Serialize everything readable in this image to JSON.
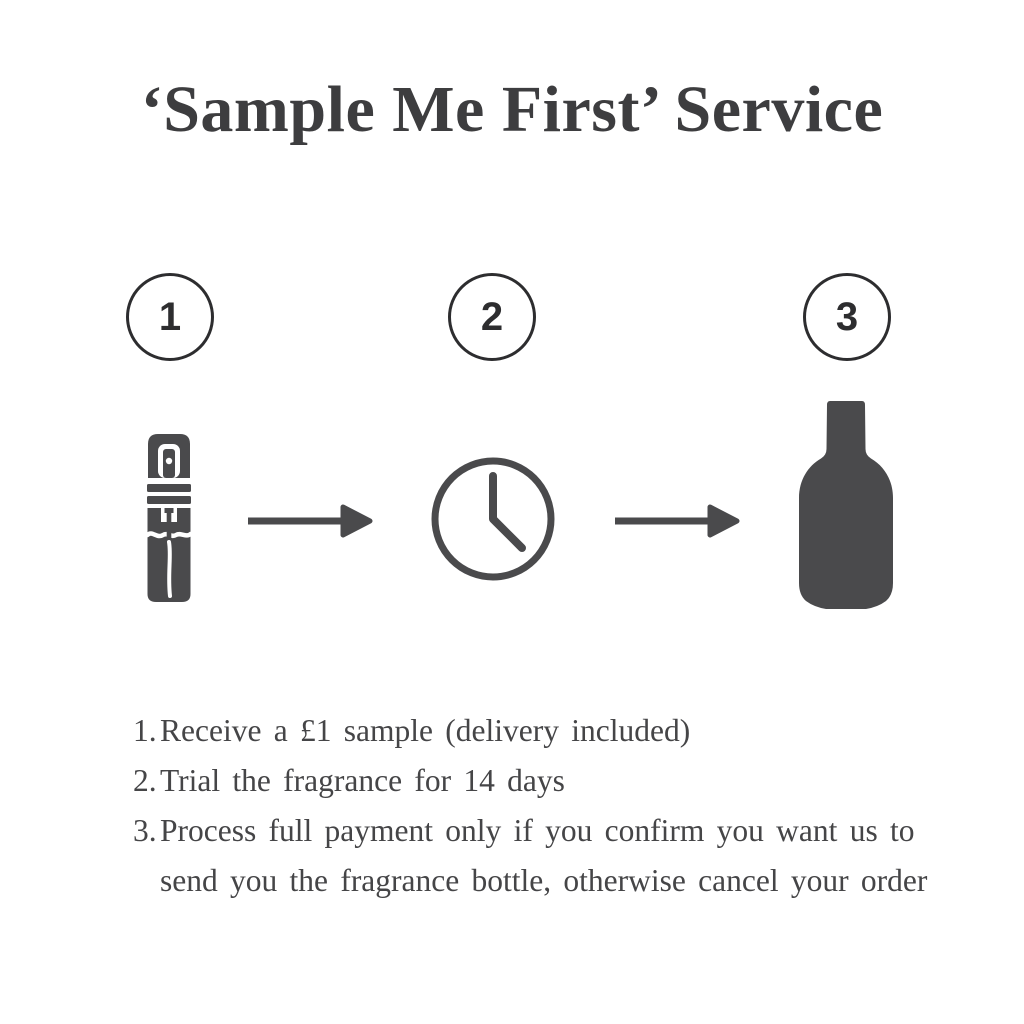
{
  "title": {
    "text": "‘Sample Me First’ Service"
  },
  "steps": [
    {
      "number": "1",
      "icon": "sample-spray-vial-icon"
    },
    {
      "number": "2",
      "icon": "clock-icon"
    },
    {
      "number": "3",
      "icon": "fragrance-bottle-icon"
    }
  ],
  "instructions": [
    {
      "number": "1.",
      "text": "Receive a £1 sample (delivery included)"
    },
    {
      "number": "2.",
      "text": "Trial the fragrance for 14 days"
    },
    {
      "number": "3.",
      "text": "Process full payment only if you confirm you want us to\nsend you the fragrance bottle, otherwise cancel your order"
    }
  ],
  "colors": {
    "background": "#ffffff",
    "title_text": "#3d3d3f",
    "body_text": "#454547",
    "outline": "#2d2d2f",
    "icon_fill": "#4a4a4c"
  }
}
